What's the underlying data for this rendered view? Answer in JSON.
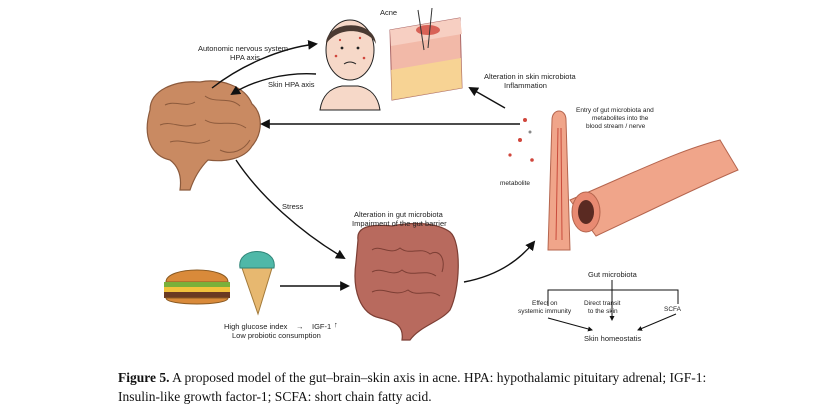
{
  "labels": {
    "acne": "Acne",
    "autonomic": "Autonomic nervous system",
    "hpa_axis": "HPA axis",
    "skin_hpa": "Skin HPA axis",
    "alteration_skin_1": "Alteration in skin microbiota",
    "alteration_skin_2": "Inflammation",
    "entry_1": "Entry of gut microbiota and",
    "entry_2": "metabolites into the",
    "entry_3": "blood stream / nerve",
    "metabolite": "metabolite",
    "stress": "Stress",
    "gut_alt_1": "Alteration in gut microbiota",
    "gut_alt_2": "Impairment of the gut barrier",
    "high_glucose": "High glucose index",
    "igf": "IGF-1",
    "low_probiotic": "Low probiotic consumption",
    "gut_microbiota": "Gut microbiota",
    "effect_1": "Effect on",
    "effect_2": "systemic immunity",
    "direct_1": "Direct transit",
    "direct_2": "to the skin",
    "scfa": "SCFA",
    "skin_homeostasis": "Skin homeostatis"
  },
  "caption": {
    "figure_label": "Figure 5.",
    "text": " A proposed model of the gut–brain–skin axis in acne. HPA: hypothalamic pituitary adrenal; IGF-1: Insulin-like growth factor-1; SCFA: short chain fatty acid."
  },
  "colors": {
    "brain": "#c98a62",
    "skin_pink": "#f2b9a8",
    "gut": "#b86a5e",
    "intestine": "#f0a58a",
    "ice_cream": "#4fb8a8",
    "cone": "#e7b870"
  }
}
